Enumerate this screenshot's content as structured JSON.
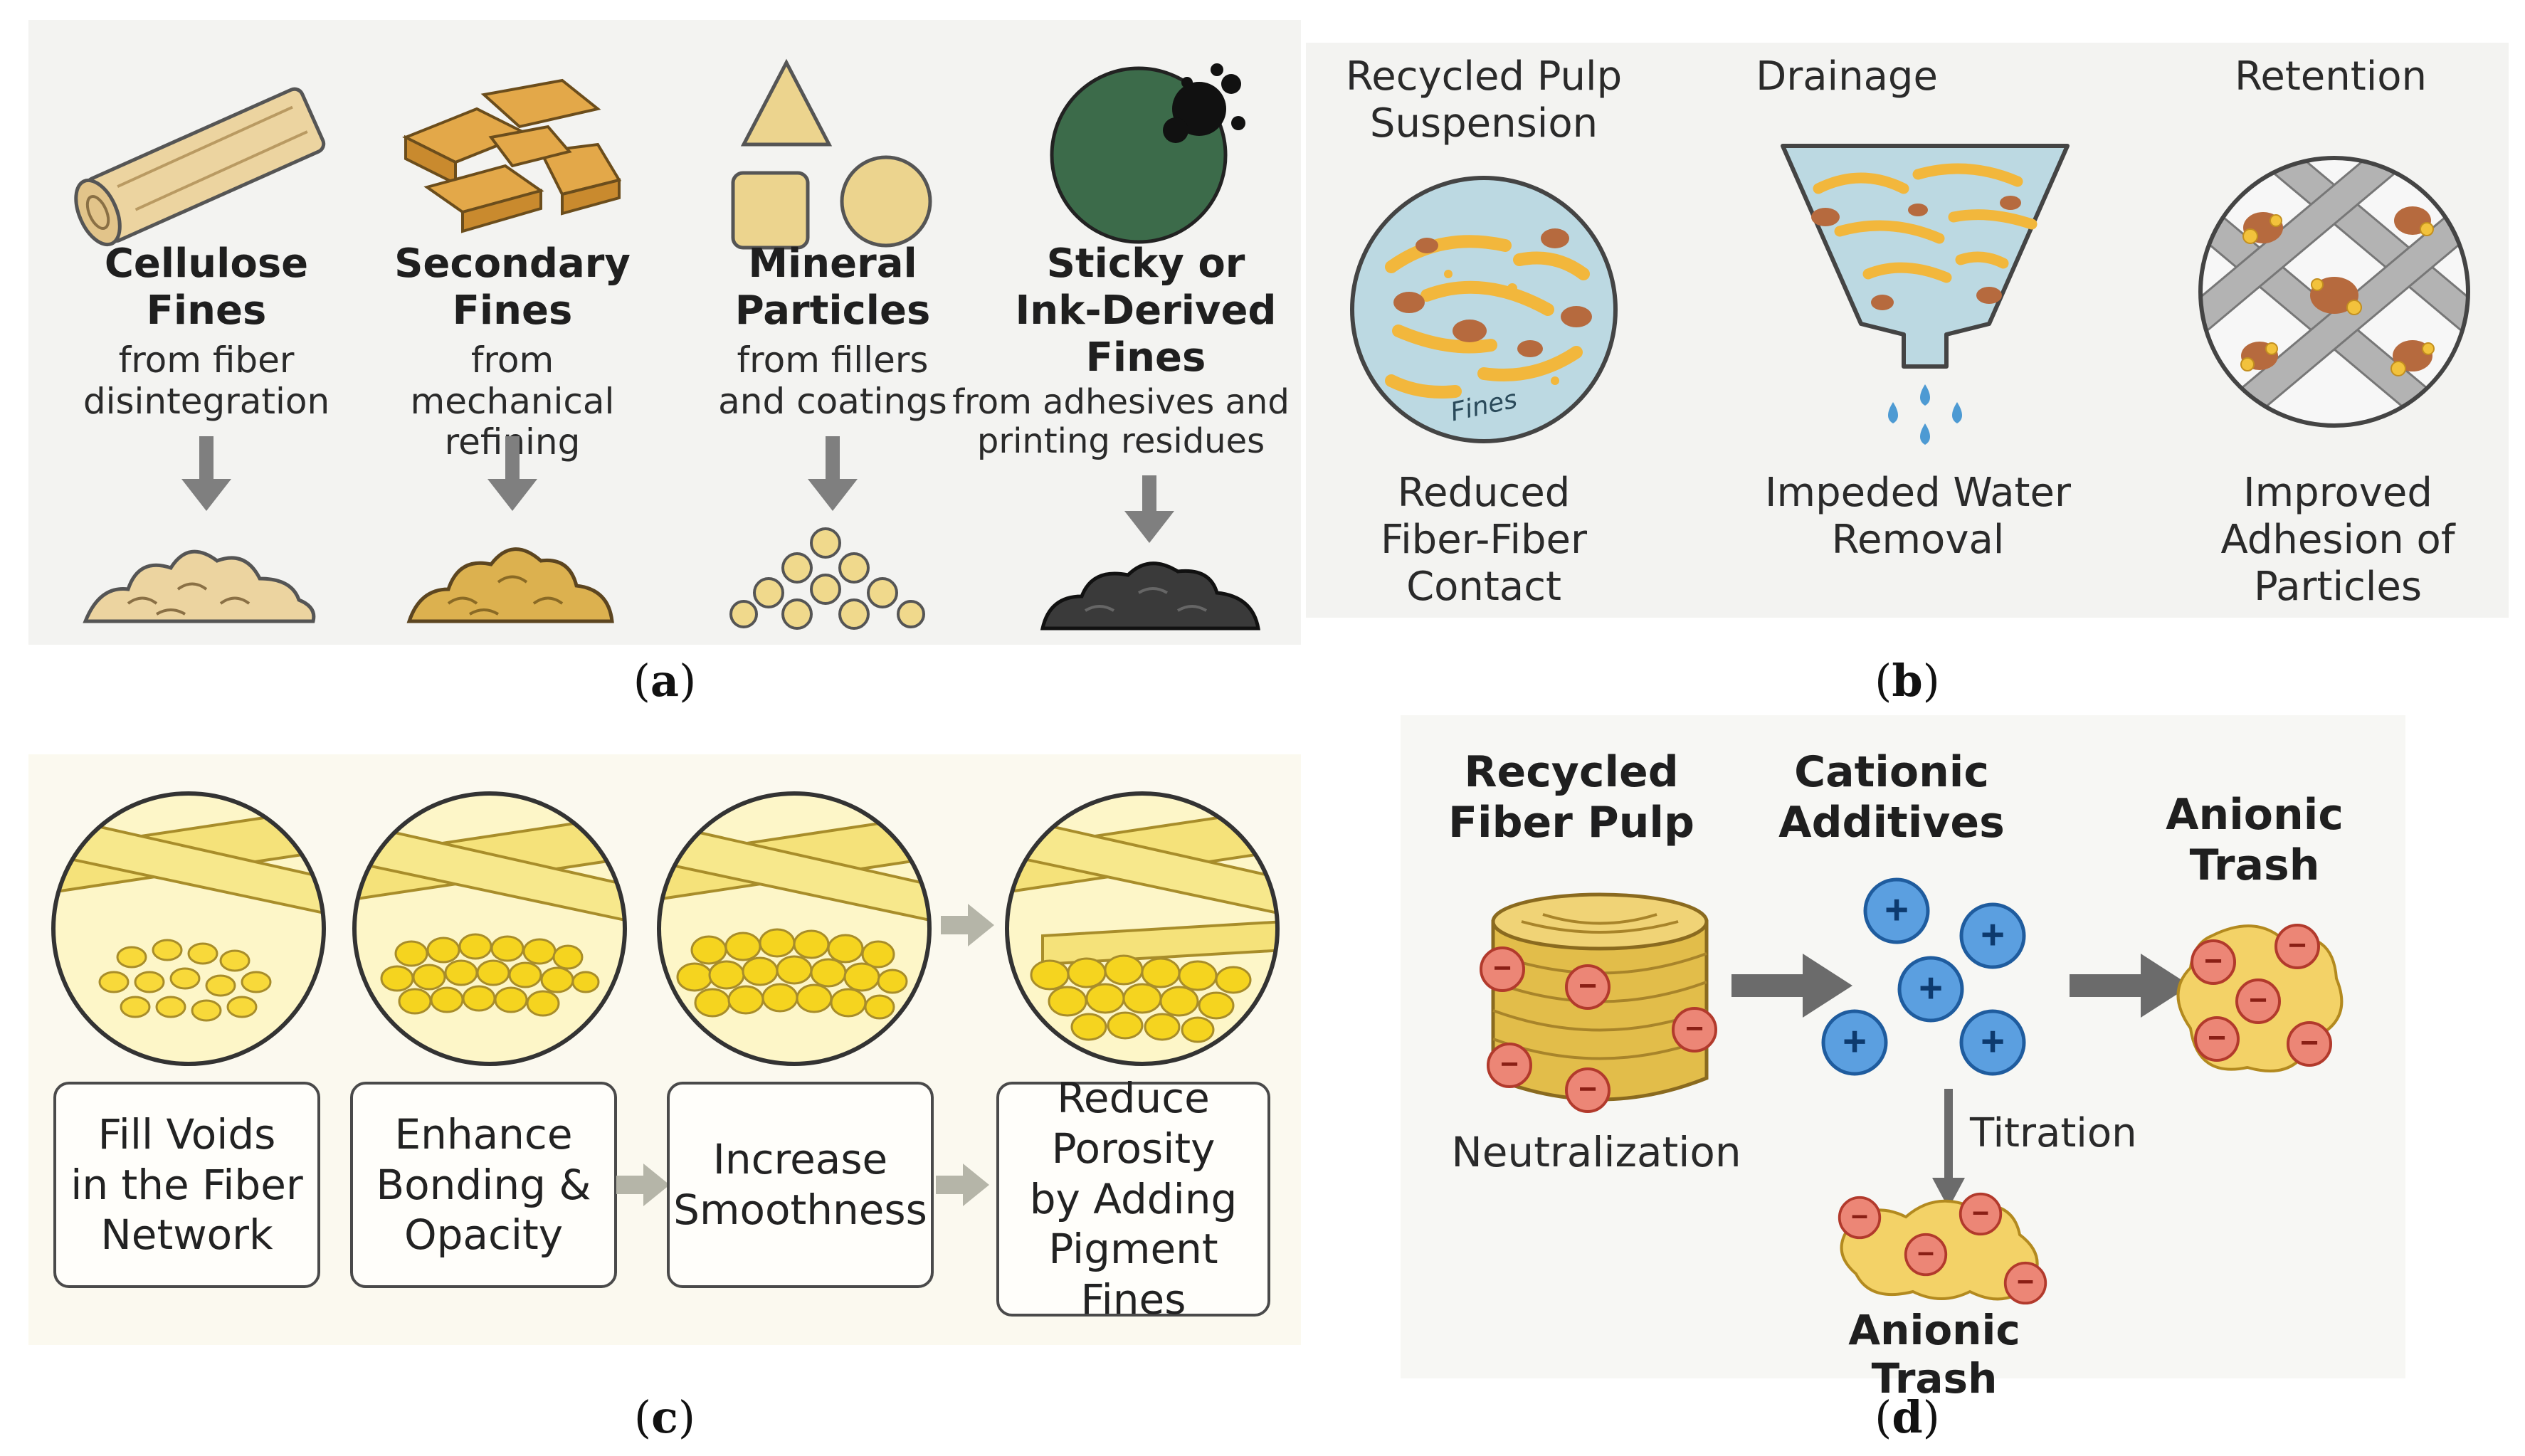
{
  "panels": {
    "a": {
      "caption": "a",
      "items": [
        {
          "title": "Cellulose Fines",
          "subtitle": "from fiber disintegration"
        },
        {
          "title": "Secondary Fines",
          "subtitle": "from mechanical refining"
        },
        {
          "title": "Mineral Particles",
          "subtitle": "from fillers and coatings"
        },
        {
          "title": "Sticky or Ink-Derived Fines",
          "subtitle": "from adhesives and printing residues"
        }
      ]
    },
    "b": {
      "caption": "b",
      "columns": [
        {
          "title": "Recycled Pulp Suspension",
          "effect": "Reduced Fiber-Fiber Contact",
          "inner_label": "Fines"
        },
        {
          "title": "Drainage",
          "effect": "Impeded Water Removal"
        },
        {
          "title": "Retention",
          "effect": "Improved Adhesion of Particles"
        }
      ]
    },
    "c": {
      "caption": "c",
      "boxes": [
        "Fill Voids\nin the Fiber\nNetwork",
        "Enhance\nBonding &\nOpacity",
        "Increase\nSmoothness",
        "Reduce\nPorosity\nby Adding\nPigment Fines"
      ]
    },
    "d": {
      "caption": "d",
      "pulp_label": "Recycled Fiber Pulp",
      "additive_label": "Cationic Additives",
      "trash_label": "Anionic Trash",
      "neutralization_label": "Neutralization",
      "titration_label": "Titration",
      "trash2_label": "Anionic Trash",
      "plus_sign": "+",
      "minus_sign": "−"
    }
  },
  "colors": {
    "panel_bg": "#f3f3f1",
    "panel_bg_warm": "#fbf9ef",
    "arrow_gray": "#7f7f7f",
    "tan": "#e8cf93",
    "gold": "#d9a84a",
    "yellow": "#f6e36a",
    "blue": "#4d93d8",
    "red": "#e66a5c",
    "teal_dark": "#3c6b4a"
  }
}
